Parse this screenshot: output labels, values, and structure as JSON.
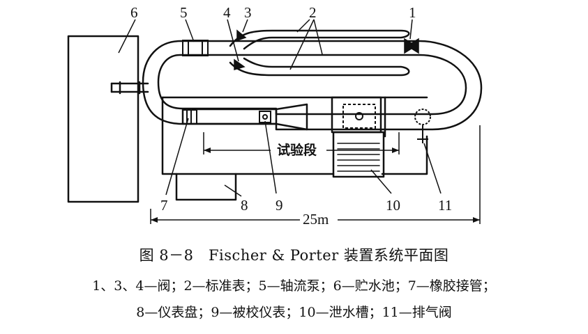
{
  "figure": {
    "labels": {
      "n1": "1",
      "n2": "2",
      "n3": "3",
      "n4": "4",
      "n5": "5",
      "n6": "6",
      "n7": "7",
      "n8": "8",
      "n9": "9",
      "n10": "10",
      "n11": "11"
    },
    "test_section": "试验段",
    "length": "25m"
  },
  "caption": {
    "title": "图 8－8　Fischer & Porter 装置系统平面图",
    "line1": "1、3、4—阀；2—标准表；5—轴流泵；6—贮水池；7—橡胶接管；",
    "line2": "8—仪表盘；9—被校仪表；10—泄水槽；11—排气阀"
  }
}
